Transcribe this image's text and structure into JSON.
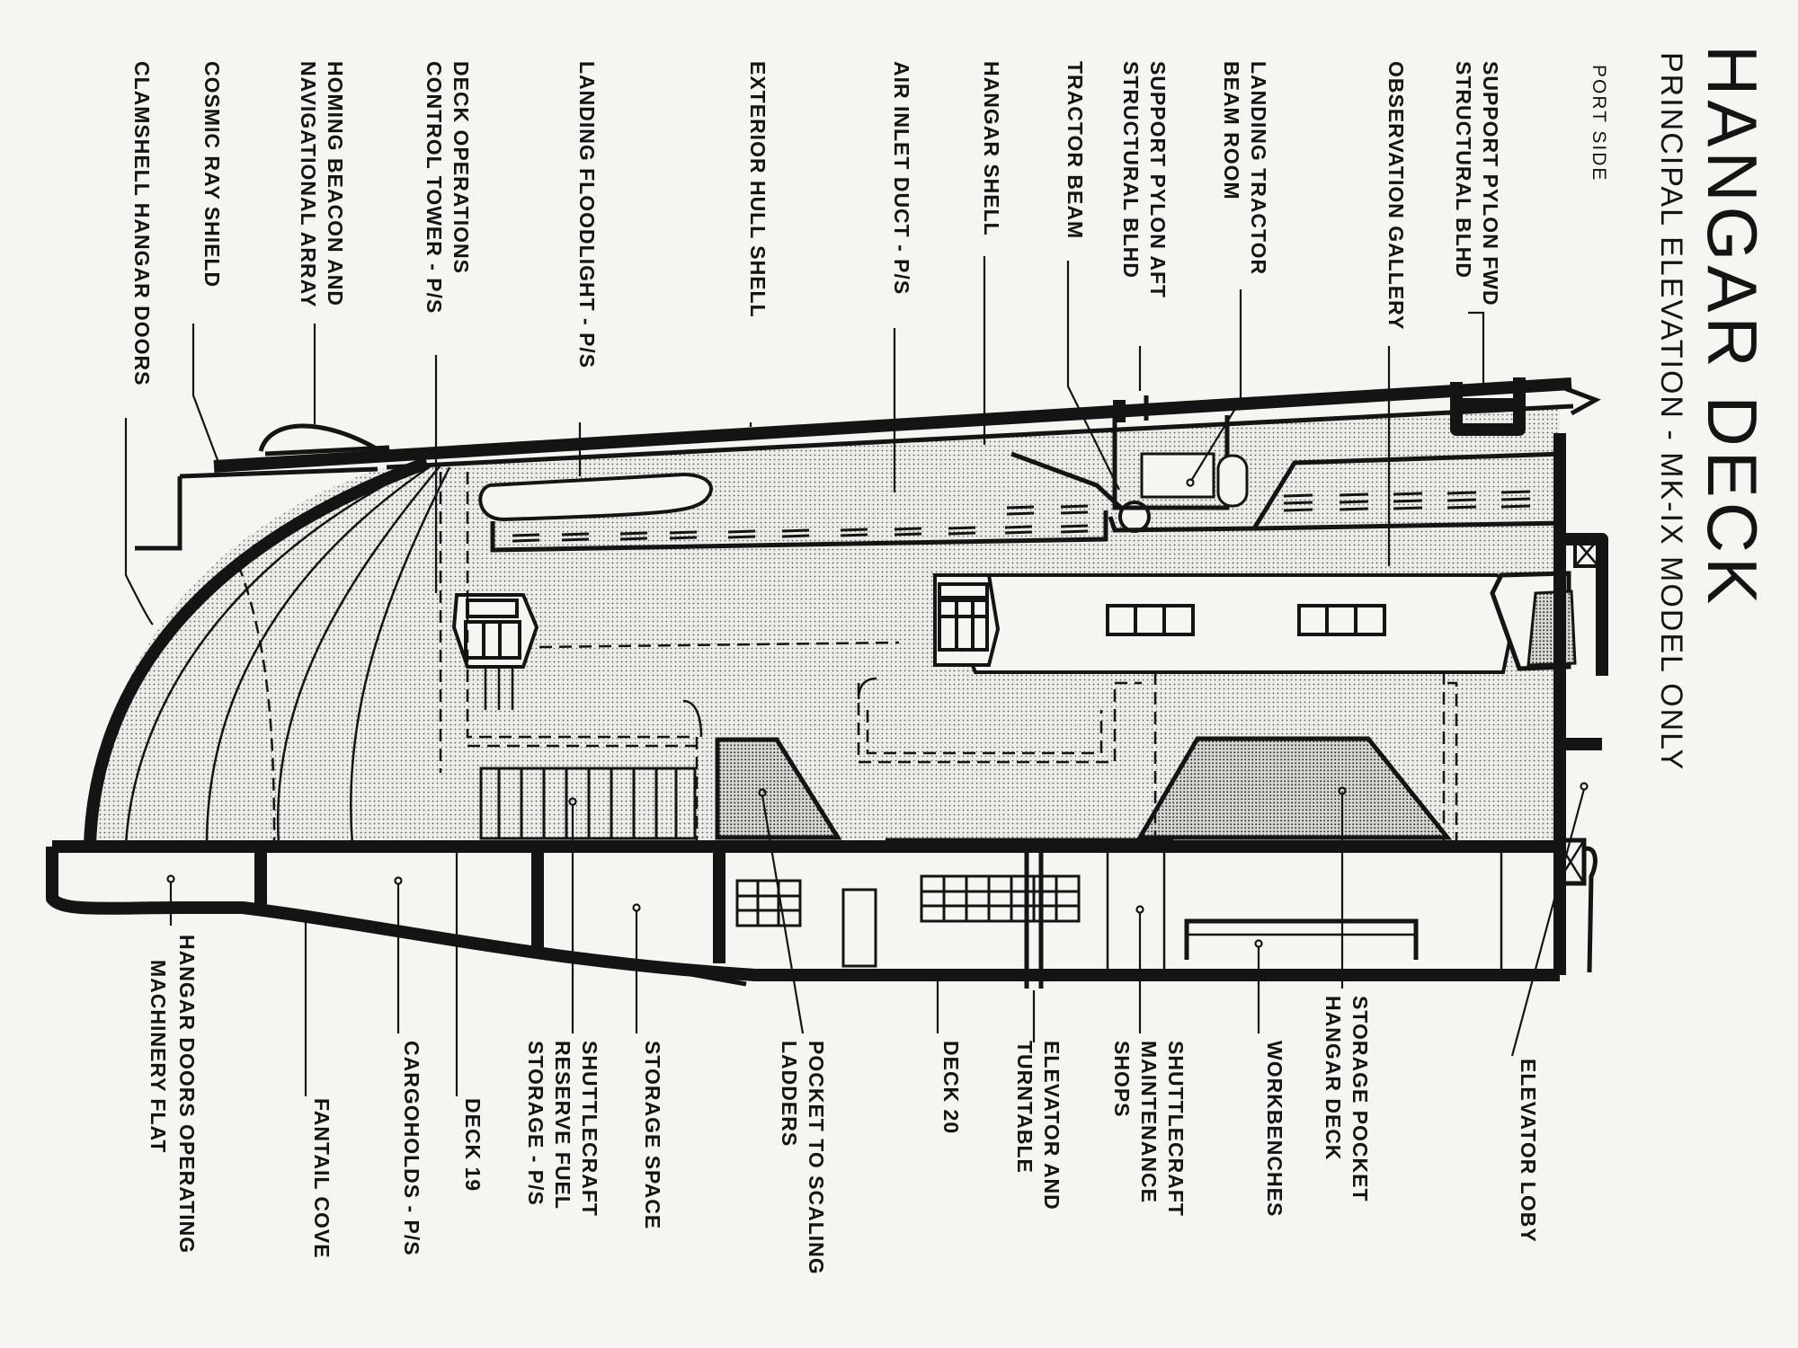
{
  "title": "HANGAR DECK",
  "subtitle": "PRINCIPAL ELEVATION - MK-IX MODEL ONLY",
  "side_note": "PORT SIDE",
  "labels": {
    "support_pylon_fwd": [
      "SUPPORT PYLON FWD",
      "STRUCTURAL BLHD"
    ],
    "observation_gallery": [
      "OBSERVATION GALLERY"
    ],
    "landing_tractor_beam_room": [
      "LANDING TRACTOR",
      "BEAM ROOM"
    ],
    "support_pylon_aft": [
      "SUPPORT PYLON AFT",
      "STRUCTURAL BLHD"
    ],
    "tractor_beam": [
      "TRACTOR BEAM"
    ],
    "hangar_shell": [
      "HANGAR SHELL"
    ],
    "air_inlet_duct": [
      "AIR INLET DUCT - P/S"
    ],
    "exterior_hull_shell": [
      "EXTERIOR HULL SHELL"
    ],
    "landing_floodlight": [
      "LANDING FLOODLIGHT - P/S"
    ],
    "deck_operations_tower": [
      "DECK OPERATIONS",
      "CONTROL TOWER - P/S"
    ],
    "homing_beacon": [
      "HOMING BEACON AND",
      "NAVIGATIONAL ARRAY"
    ],
    "cosmic_ray_shield": [
      "COSMIC RAY SHIELD"
    ],
    "clamshell_doors": [
      "CLAMSHELL HANGAR DOORS"
    ],
    "elevator_lobby": [
      "ELEVATOR LOBY"
    ],
    "storage_pocket": [
      "STORAGE POCKET",
      "HANGAR DECK"
    ],
    "workbenches": [
      "WORKBENCHES"
    ],
    "maintenance_shops": [
      "SHUTTLECRAFT",
      "MAINTENANCE",
      "SHOPS"
    ],
    "elevator_turntable": [
      "ELEVATOR AND",
      "TURNTABLE"
    ],
    "deck_20": [
      "DECK 20"
    ],
    "scaling_ladders": [
      "POCKET TO SCALING",
      "LADDERS"
    ],
    "storage_space": [
      "STORAGE SPACE"
    ],
    "reserve_fuel": [
      "SHUTTLECRAFT",
      "RESERVE FUEL",
      "STORAGE - P/S"
    ],
    "deck_19": [
      "DECK 19"
    ],
    "cargoholds": [
      "CARGOHOLDS - P/S"
    ],
    "fantail_cove": [
      "FANTAIL COVE"
    ],
    "doors_machinery": [
      "HANGAR DOORS OPERATING",
      "MACHINERY FLAT"
    ]
  }
}
